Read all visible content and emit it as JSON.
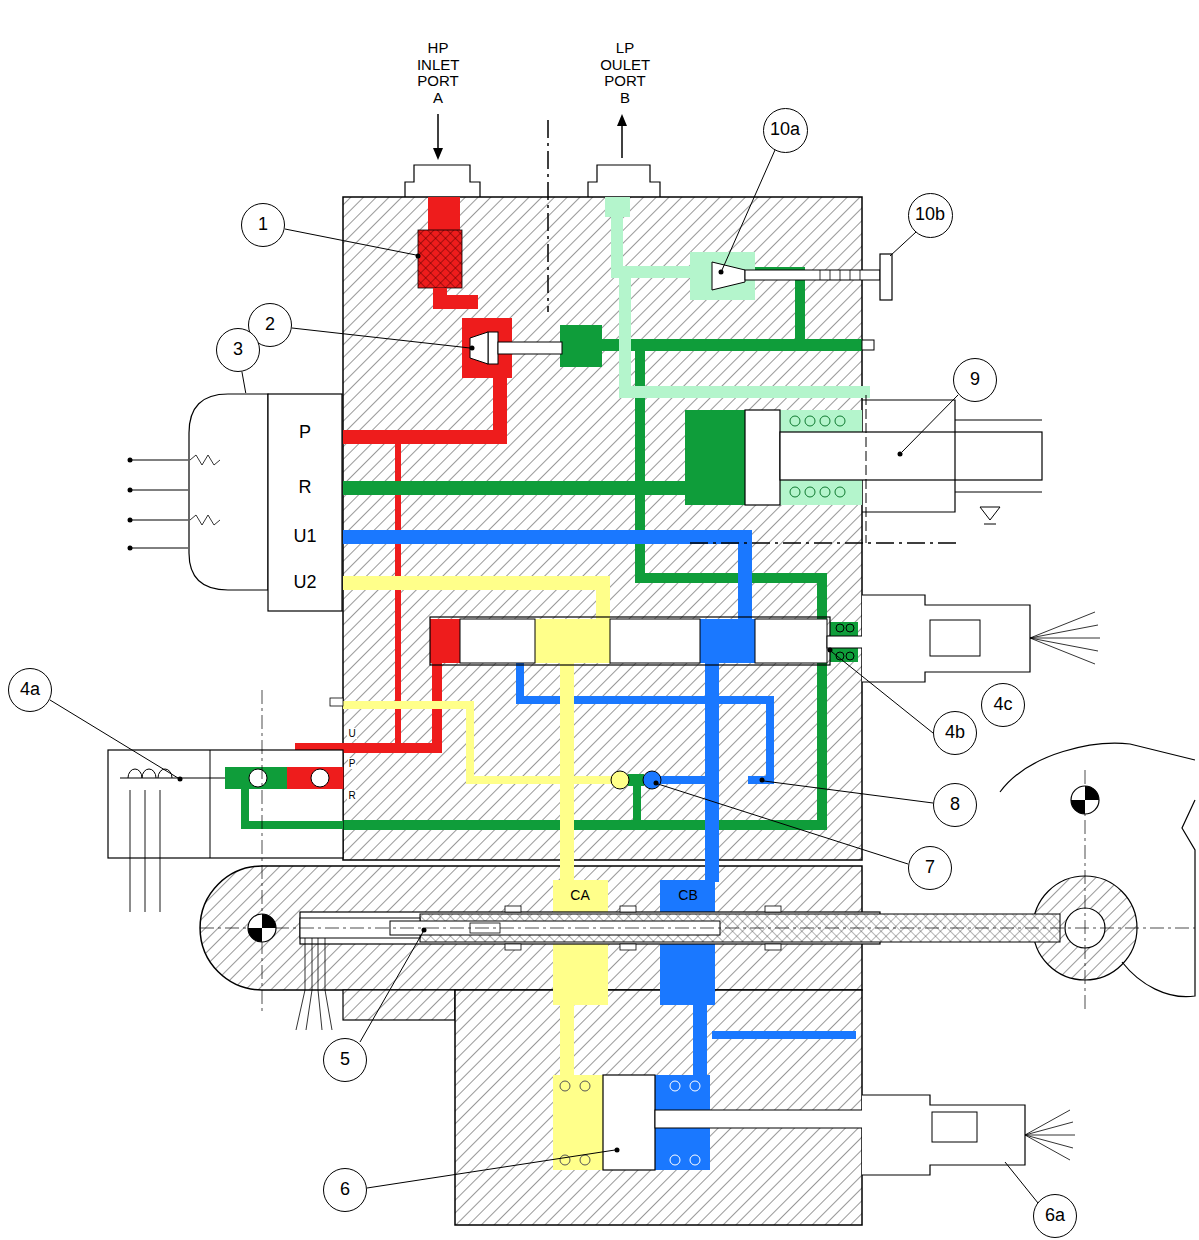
{
  "diagram": {
    "nodes": [
      {
        "text": [
          "1"
        ]
      },
      {
        "text": [
          "2"
        ]
      },
      {
        "text": [
          "3"
        ]
      },
      {
        "text": [
          "P",
          "R",
          "U1",
          "U2"
        ]
      },
      {
        "text": [
          "4a"
        ]
      },
      {
        "text": [
          "4b"
        ]
      },
      {
        "text": [
          "4c"
        ]
      },
      {
        "text": [
          "5"
        ]
      },
      {
        "text": [
          "6"
        ]
      },
      {
        "text": [
          "6a"
        ]
      },
      {
        "text": [
          "7"
        ]
      },
      {
        "text": [
          "8"
        ]
      },
      {
        "text": [
          "9"
        ]
      },
      {
        "text": [
          "10a"
        ]
      },
      {
        "text": [
          "10b"
        ]
      }
    ],
    "edges": [
      {
        "from": 2,
        "to": 3,
        "arrow": "none"
      }
    ],
    "labels": [
      "HP INLET PORT A",
      "LP OULET PORT B",
      "U",
      "P",
      "R",
      "CA",
      "CB"
    ]
  }
}
